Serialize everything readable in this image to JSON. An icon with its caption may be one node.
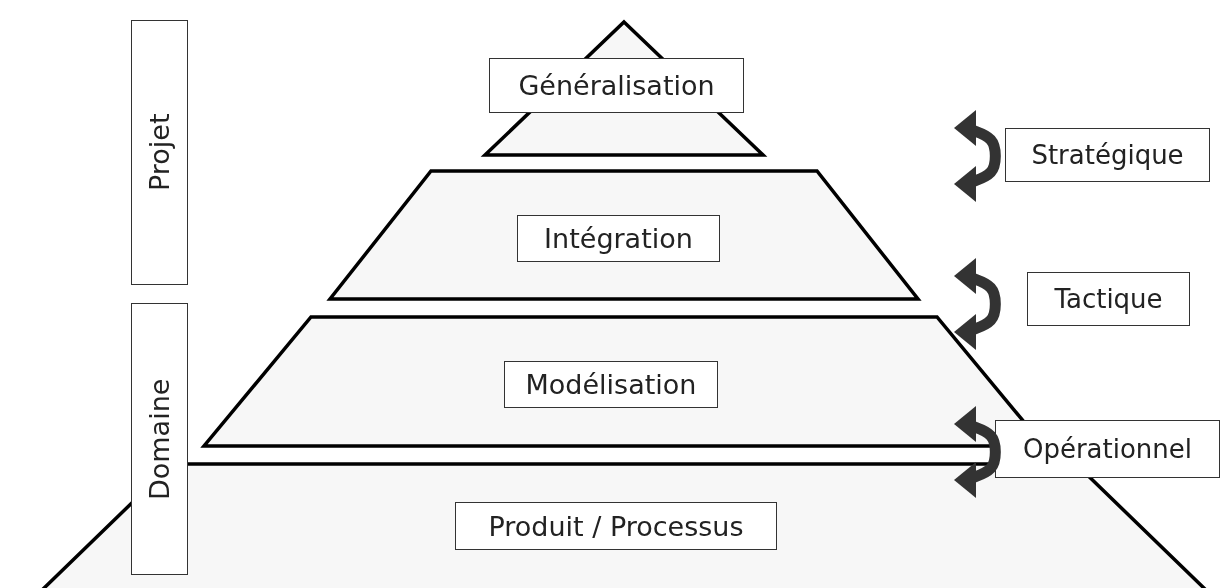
{
  "diagram": {
    "nodes": [
      {
        "text": [
          "Généralisation"
        ]
      },
      {
        "text": [
          "Intégration"
        ]
      },
      {
        "text": [
          "Modélisation"
        ]
      },
      {
        "text": [
          "Produit / Processus"
        ]
      },
      {
        "text": [
          "Projet"
        ]
      },
      {
        "text": [
          "Domaine"
        ]
      },
      {
        "text": [
          "Stratégique"
        ]
      },
      {
        "text": [
          "Tactique"
        ]
      },
      {
        "text": [
          "Opérationnel"
        ]
      }
    ]
  }
}
